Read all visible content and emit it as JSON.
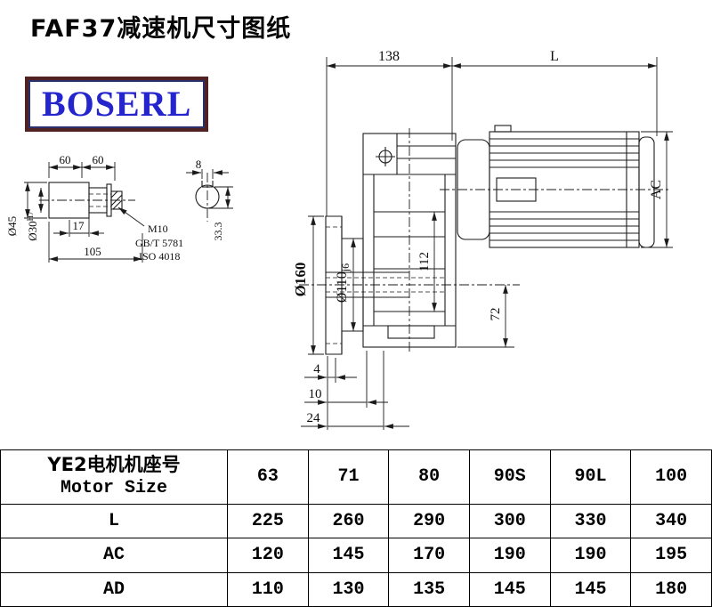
{
  "page": {
    "title": "FAF37减速机尺寸图纸",
    "logo": "BOSERL"
  },
  "drawing": {
    "dim_138": "138",
    "dim_L": "L",
    "dim_AC": "AC",
    "dim_112": "112",
    "dim_72": "72",
    "dim_d160": "Ø160",
    "dim_d110": "Ø110",
    "dim_d110_tol": "j6",
    "dim_4": "4",
    "dim_10": "10",
    "dim_24": "24",
    "shaft": {
      "dim_60a": "60",
      "dim_60b": "60",
      "dim_8": "8",
      "dim_d45": "Ø45",
      "dim_d30": "Ø30",
      "dim_d30_tol": "H7",
      "dim_17": "17",
      "dim_105": "105",
      "note_m10": "M10",
      "note_gbt": "GB/T 5781",
      "note_iso": "ISO 4018",
      "dim_333": "33.3"
    }
  },
  "table": {
    "header_cn": "YE2电机机座号",
    "header_en": "Motor Size",
    "motor_sizes": [
      "63",
      "71",
      "80",
      "90S",
      "90L",
      "100"
    ],
    "rows": [
      {
        "label": "L",
        "values": [
          "225",
          "260",
          "290",
          "300",
          "330",
          "340"
        ]
      },
      {
        "label": "AC",
        "values": [
          "120",
          "145",
          "170",
          "190",
          "190",
          "195"
        ]
      },
      {
        "label": "AD",
        "values": [
          "110",
          "130",
          "135",
          "145",
          "145",
          "180"
        ]
      }
    ]
  }
}
